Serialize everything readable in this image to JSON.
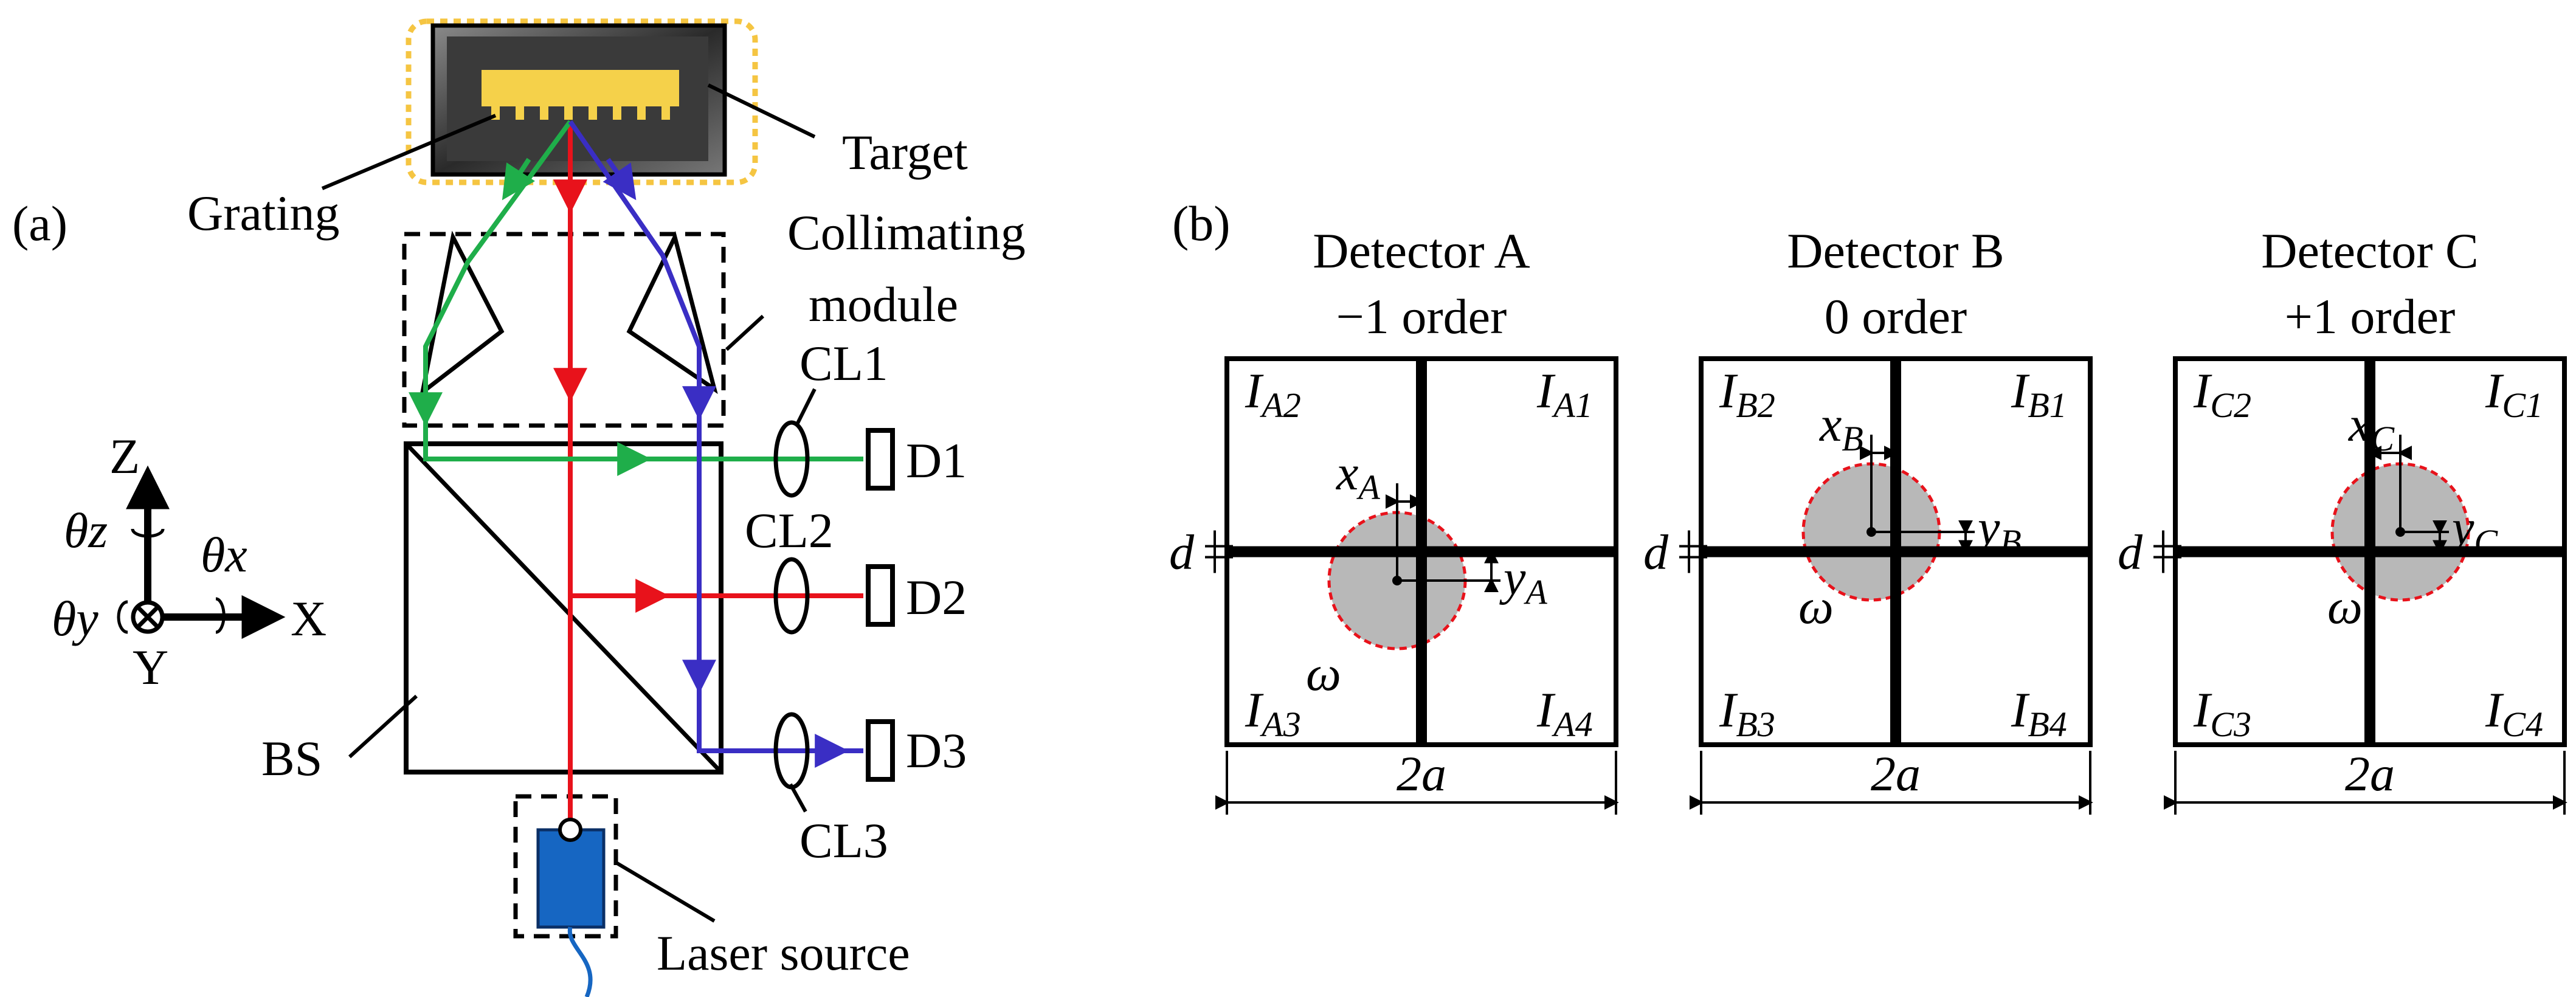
{
  "panel_a": {
    "tag": "(a)",
    "labels": {
      "target": "Target",
      "grating": "Grating",
      "collimating_1": "Collimating",
      "collimating_2": "module",
      "cl1": "CL1",
      "cl2": "CL2",
      "cl3": "CL3",
      "d1": "D1",
      "d2": "D2",
      "d3": "D3",
      "bs": "BS",
      "laser": "Laser source"
    },
    "axes": {
      "z": "Z",
      "x": "X",
      "y": "Y",
      "theta": "θ",
      "tz": "z",
      "tx": "x",
      "ty": "y"
    },
    "colors": {
      "red": "#e8121b",
      "green": "#1fae4a",
      "blue": "#3a2ec4",
      "grating": "#f5d14a",
      "laser": "#1666c2",
      "target_glow": "#f5c542"
    }
  },
  "panel_b": {
    "tag": "(b)",
    "detectors": [
      {
        "title": "Detector A",
        "order": "−1 order",
        "q1": "A1",
        "q2": "A2",
        "q3": "A3",
        "q4": "A4",
        "xs": "A",
        "ys": "A",
        "omega": "ω",
        "d": "d",
        "width": "2a",
        "I": "I",
        "x": "x",
        "y": "y"
      },
      {
        "title": "Detector B",
        "order": "0 order",
        "q1": "B1",
        "q2": "B2",
        "q3": "B3",
        "q4": "B4",
        "xs": "B",
        "ys": "B",
        "omega": "ω",
        "d": "d",
        "width": "2a",
        "I": "I",
        "x": "x",
        "y": "y"
      },
      {
        "title": "Detector C",
        "order": "+1 order",
        "q1": "C1",
        "q2": "C2",
        "q3": "C3",
        "q4": "C4",
        "xs": "C",
        "ys": "C",
        "omega": "ω",
        "d": "d",
        "width": "2a",
        "I": "I",
        "x": "x",
        "y": "y"
      }
    ],
    "colors": {
      "spot": "#b8b8b8",
      "spot_edge": "#e8121b"
    }
  }
}
